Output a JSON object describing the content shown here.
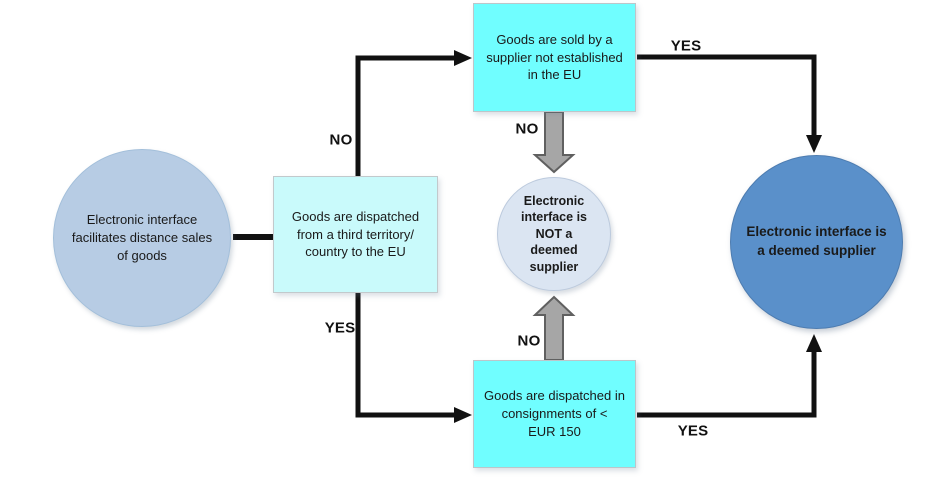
{
  "diagram": {
    "description": "EU VAT deemed supplier decision flowchart",
    "nodes": {
      "start": {
        "label": "Electronic interface\nfacilitates distance sales\nof goods",
        "shape": "circle",
        "fill": "#b7cce4"
      },
      "q_dispatch_third": {
        "label": "Goods are dispatched\nfrom a third territory/\ncountry to the EU",
        "shape": "rect",
        "fill": "#c9fafb"
      },
      "q_supplier_not_eu": {
        "label": "Goods are sold by a\nsupplier not established\nin the EU",
        "shape": "rect",
        "fill": "#70feff"
      },
      "q_consignments": {
        "label": "Goods are dispatched in\nconsignments of <\nEUR 150",
        "shape": "rect",
        "fill": "#70feff"
      },
      "not_deemed": {
        "label": "Electronic\ninterface is\nNOT a\ndeemed\nsupplier",
        "shape": "circle",
        "fill": "#dbe5f2"
      },
      "deemed": {
        "label": "Electronic interface is\na deemed supplier",
        "shape": "circle",
        "fill": "#5a90ca"
      }
    },
    "edge_labels": {
      "no_to_top": "NO",
      "yes_to_bottom": "YES",
      "yes_top_right": "YES",
      "yes_bottom_right": "YES",
      "no_gray_top": "NO",
      "no_gray_bottom": "NO"
    },
    "colors": {
      "connector_black": "#111111",
      "gray_arrow_fill": "#a6a6a6",
      "gray_arrow_stroke": "#606060",
      "start_fill": "#b7cce4",
      "mid_question_fill": "#c9fafb",
      "question_fill": "#70feff",
      "not_deemed_fill": "#dbe5f2",
      "deemed_fill": "#5a90ca"
    }
  }
}
